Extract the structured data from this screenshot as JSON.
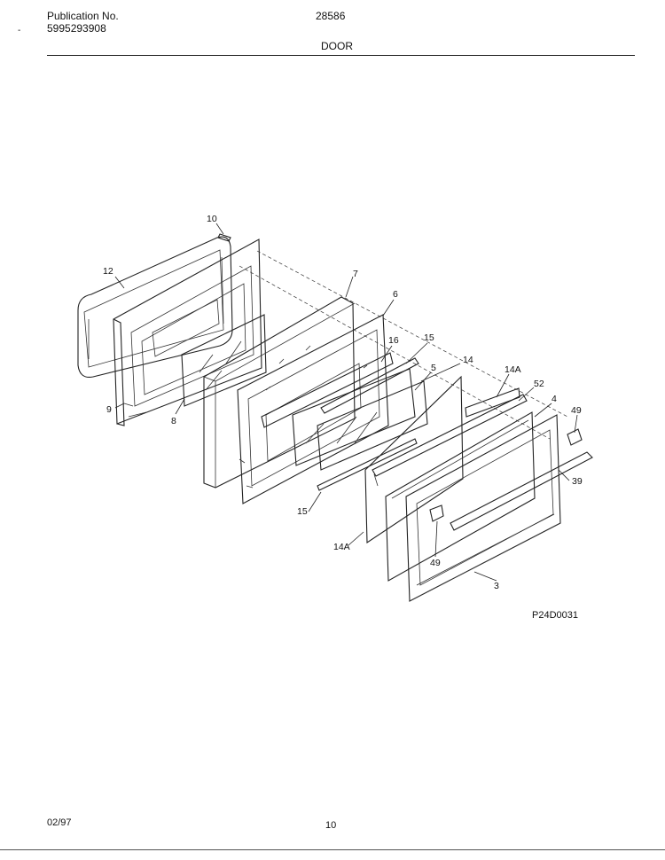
{
  "header": {
    "publication_label": "Publication No.",
    "publication_number": "5995293908",
    "model": "28586",
    "section_title": "DOOR",
    "mark": "-"
  },
  "diagram": {
    "drawing_id": "P24D0031",
    "callouts": {
      "c10": "10",
      "c12": "12",
      "c7": "7",
      "c6": "6",
      "c16": "16",
      "c15a": "15",
      "c14": "14",
      "c14a_top": "14A",
      "c52": "52",
      "c4": "4",
      "c49_right": "49",
      "c5": "5",
      "c9": "9",
      "c8": "8",
      "c39": "39",
      "c15b": "15",
      "c14a_bottom": "14A",
      "c49_bottom": "49",
      "c3": "3"
    }
  },
  "footer": {
    "date": "02/97",
    "page": "10"
  }
}
